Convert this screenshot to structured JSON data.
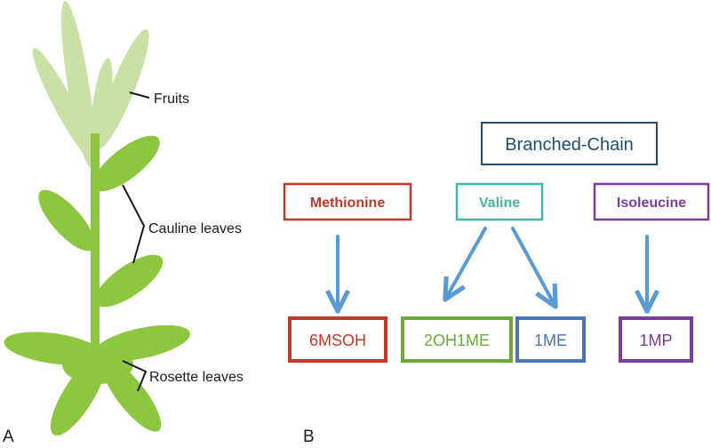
{
  "panel_a": {
    "label": "A",
    "parts": {
      "fruits": "Fruits",
      "cauline_leaves": "Cauline leaves",
      "rosette_leaves": "Rosette leaves"
    },
    "colors": {
      "stem": "#8dc63f",
      "leaf": "#8dc63f",
      "fruit": "#c9e0a7",
      "pointer": "#1a1a1a"
    }
  },
  "panel_b": {
    "label": "B",
    "header": "Branched-Chain",
    "header_color": "#1f4e6a",
    "amino_acids": [
      {
        "name": "Methionine",
        "color": "#c0392b"
      },
      {
        "name": "Valine",
        "color": "#45b3a8"
      },
      {
        "name": "Isoleucine",
        "color": "#7b3d9b"
      }
    ],
    "products": [
      {
        "name": "6MSOH",
        "color": "#c0392b",
        "source": "Methionine"
      },
      {
        "name": "2OH1ME",
        "color": "#6aab3a",
        "source": "Valine"
      },
      {
        "name": "1ME",
        "color": "#4a72b8",
        "source": "Valine"
      },
      {
        "name": "1MP",
        "color": "#7b3d9b",
        "source": "Isoleucine"
      }
    ],
    "arrow_color": "#5b9bd5"
  }
}
